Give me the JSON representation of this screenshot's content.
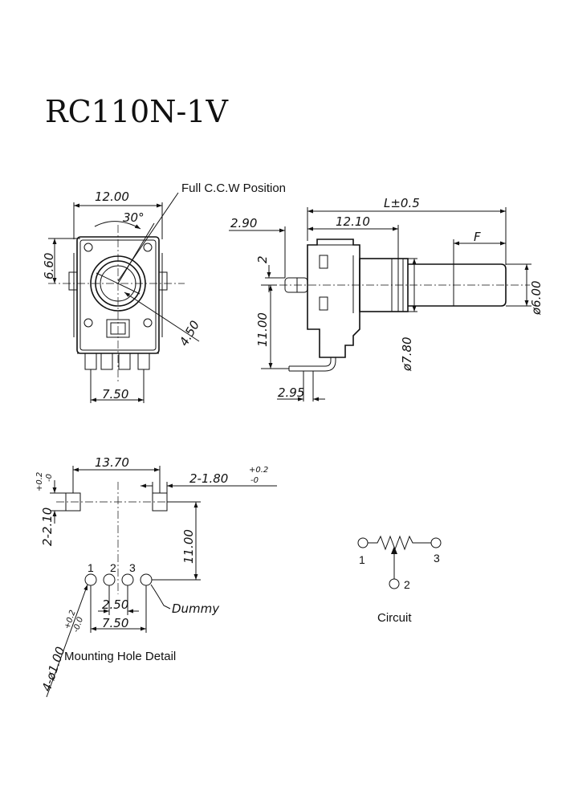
{
  "title": "RC110N-1V",
  "front_view": {
    "ccw_label": "Full C.C.W Position",
    "width_dim": "12.00",
    "angle_dim": "30°",
    "height_dim": "6.60",
    "radius_dim": "4.50",
    "pin_span_dim": "7.50"
  },
  "side_view": {
    "length_dim": "L±0.5",
    "body_dim": "12.10",
    "front_dim": "2.90",
    "f_dim": "F",
    "two_dim": "2",
    "shaft_dia_dim": "ø6.00",
    "bushing_dia_dim": "ø7.80",
    "height_dim": "11.00",
    "pin_dim": "2.95"
  },
  "hole_detail": {
    "span_dim": "13.70",
    "slot_left_dim": "2-2.10",
    "slot_left_tol_upper": "+0.2",
    "slot_left_tol_lower": "-0",
    "slot_right_dim": "2-1.80",
    "slot_right_tol_upper": "+0.2",
    "slot_right_tol_lower": "-0",
    "height_dim": "11.00",
    "pin_pitch_dim": "2.50",
    "pin_span_dim": "7.50",
    "hole_dia_dim": "4-ø1.00",
    "hole_tol_upper": "+0.2",
    "hole_tol_lower": "-0.0",
    "dummy_label": "Dummy",
    "pin_labels": [
      "1",
      "2",
      "3"
    ],
    "caption": "Mounting Hole Detail"
  },
  "circuit": {
    "terminal_1": "1",
    "terminal_2": "2",
    "terminal_3": "3",
    "caption": "Circuit"
  }
}
